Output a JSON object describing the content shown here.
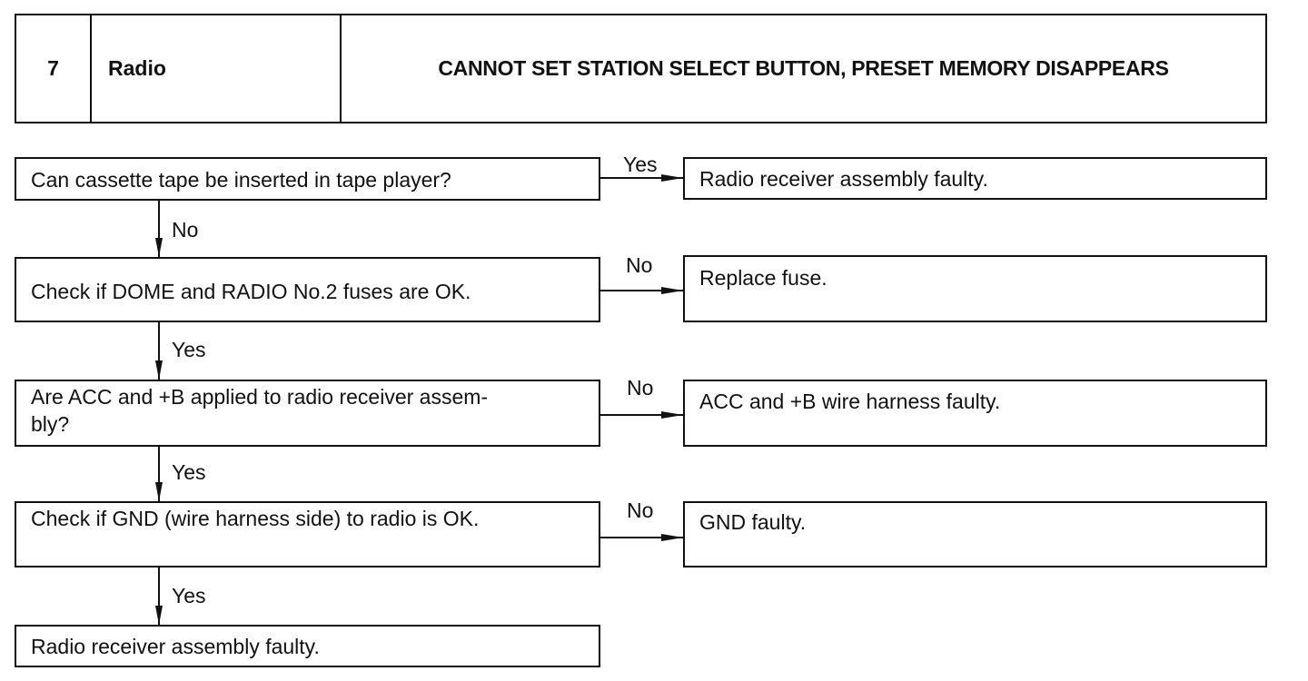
{
  "header": {
    "number": "7",
    "system": "Radio",
    "title": "CANNOT SET STATION SELECT BUTTON, PRESET MEMORY DISAPPEARS"
  },
  "flow": {
    "steps": [
      "Can cassette tape be inserted in tape player?",
      "Check if DOME and RADIO No.2 fuses are OK.",
      "Are ACC and +B applied to radio receiver assem-\nbly?",
      "Check if GND (wire harness side) to radio is OK.",
      "Radio receiver assembly faulty."
    ],
    "results": [
      "Radio receiver assembly faulty.",
      "Replace fuse.",
      "ACC and +B wire harness faulty.",
      "GND faulty."
    ],
    "branch_labels": [
      "Yes",
      "No",
      "No",
      "No"
    ],
    "down_labels": [
      "No",
      "Yes",
      "Yes",
      "Yes"
    ]
  }
}
